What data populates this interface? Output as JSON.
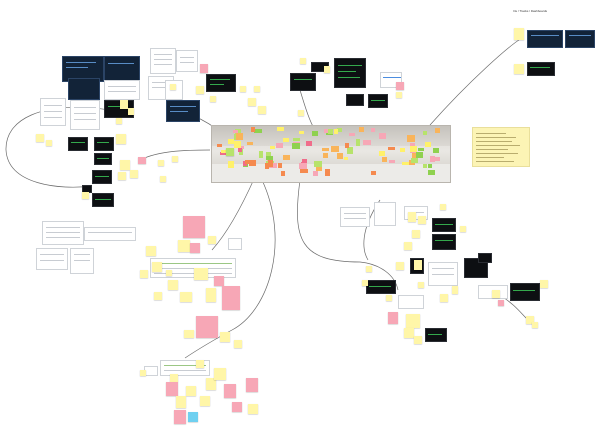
{
  "board": {
    "title": "Iris / Tracks / Dashboards",
    "background": "#ffffff",
    "connector_color": "#6b6b6b"
  },
  "colors": {
    "sticky_yellow": "#fff6a8",
    "sticky_pink": "#f7a7b6",
    "sticky_blue": "#6fd0f0",
    "sticky_orange": "#f9b45a",
    "sticky_green": "#b7e36b",
    "screen_dark": "#0d0f12",
    "screen_blue": "#122338",
    "notes_panel": "#fcf4b5"
  },
  "element_kinds": [
    "screenshot",
    "document",
    "sticky-note",
    "photo",
    "notes-panel",
    "connector"
  ]
}
